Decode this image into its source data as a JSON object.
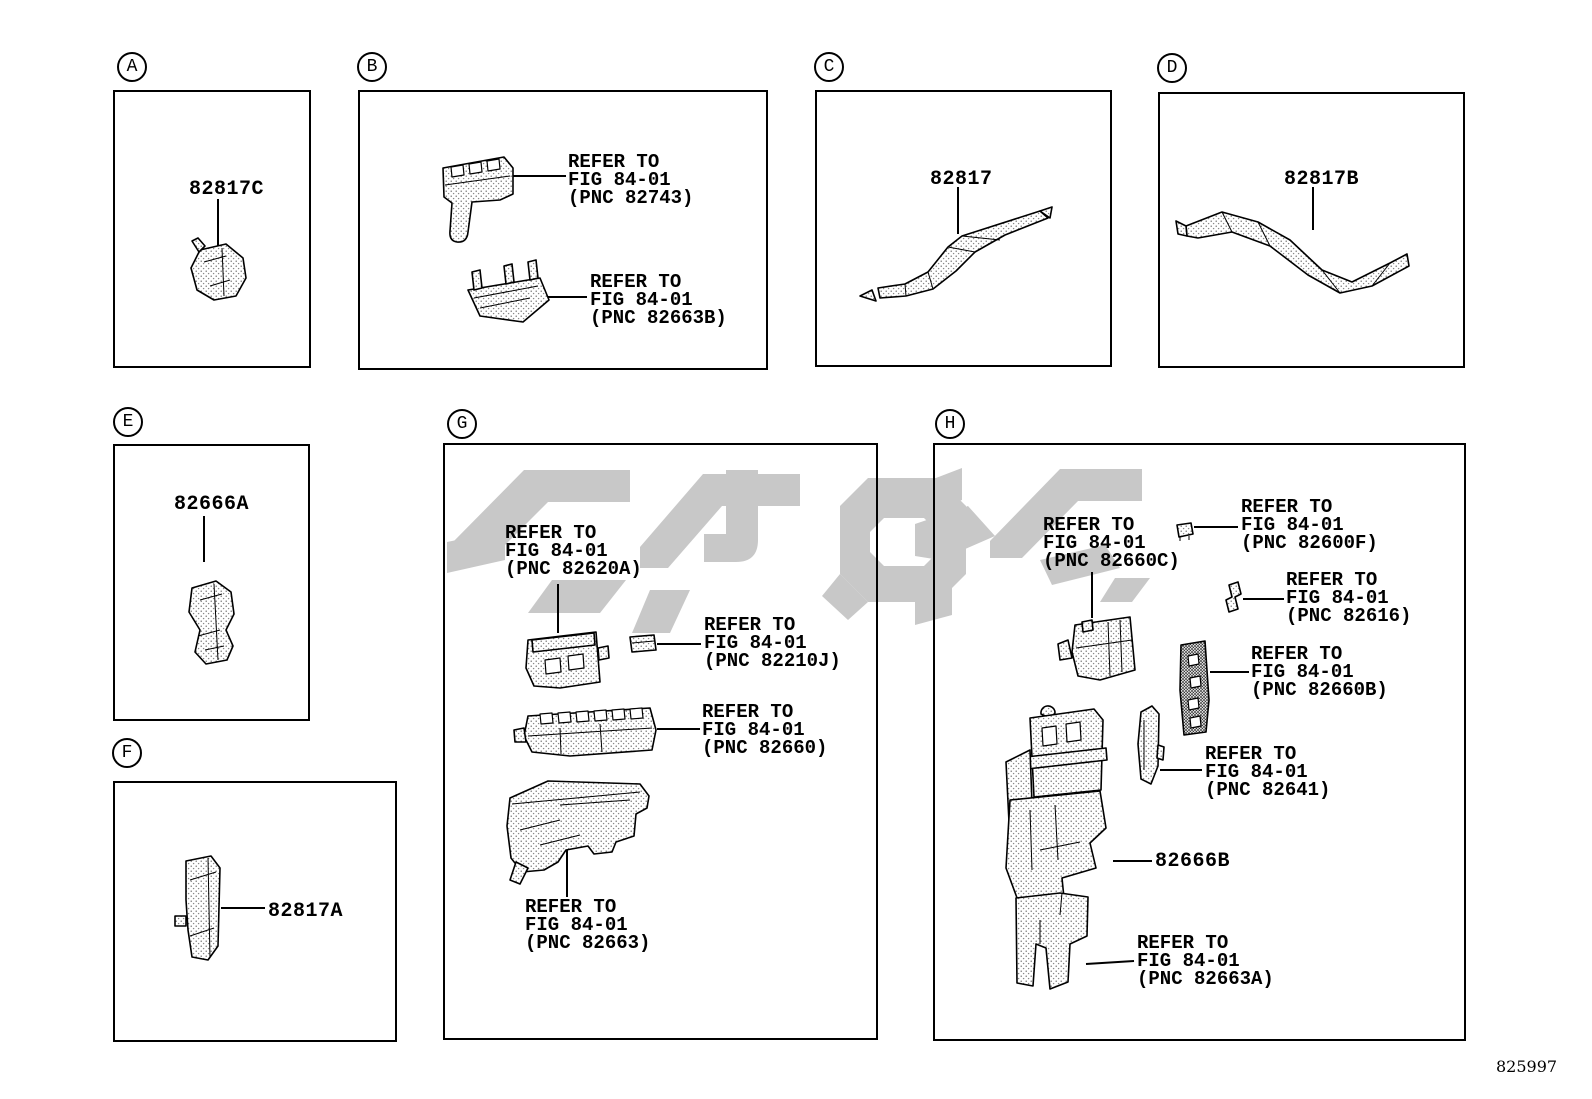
{
  "figure_code": "825997",
  "colors": {
    "background": "#ffffff",
    "line": "#000000",
    "watermark": "#c8c8c8"
  },
  "sections": {
    "a": {
      "label": "A",
      "part_number": "82817C"
    },
    "b": {
      "label": "B",
      "ref_82743": {
        "l1": "REFER TO",
        "l2": "FIG 84-01",
        "l3": "(PNC 82743)"
      },
      "ref_82663b": {
        "l1": "REFER TO",
        "l2": "FIG 84-01",
        "l3": "(PNC 82663B)"
      }
    },
    "c": {
      "label": "C",
      "part_number": "82817"
    },
    "d": {
      "label": "D",
      "part_number": "82817B"
    },
    "e": {
      "label": "E",
      "part_number": "82666A"
    },
    "f": {
      "label": "F",
      "part_number": "82817A"
    },
    "g": {
      "label": "G",
      "ref_82620a": {
        "l1": "REFER TO",
        "l2": "FIG 84-01",
        "l3": "(PNC 82620A)"
      },
      "ref_82210j": {
        "l1": "REFER TO",
        "l2": "FIG 84-01",
        "l3": "(PNC 82210J)"
      },
      "ref_82660": {
        "l1": "REFER TO",
        "l2": "FIG 84-01",
        "l3": "(PNC 82660)"
      },
      "ref_82663": {
        "l1": "REFER TO",
        "l2": "FIG 84-01",
        "l3": "(PNC 82663)"
      }
    },
    "h": {
      "label": "H",
      "part_number": "82666B",
      "ref_82660c": {
        "l1": "REFER TO",
        "l2": "FIG 84-01",
        "l3": "(PNC 82660C)"
      },
      "ref_82600f": {
        "l1": "REFER TO",
        "l2": "FIG 84-01",
        "l3": "(PNC 82600F)"
      },
      "ref_82616": {
        "l1": "REFER TO",
        "l2": "FIG 84-01",
        "l3": "(PNC 82616)"
      },
      "ref_82660b": {
        "l1": "REFER TO",
        "l2": "FIG 84-01",
        "l3": "(PNC 82660B)"
      },
      "ref_82641": {
        "l1": "REFER TO",
        "l2": "FIG 84-01",
        "l3": "(PNC 82641)"
      },
      "ref_82663a": {
        "l1": "REFER TO",
        "l2": "FIG 84-01",
        "l3": "(PNC 82663A)"
      }
    }
  }
}
